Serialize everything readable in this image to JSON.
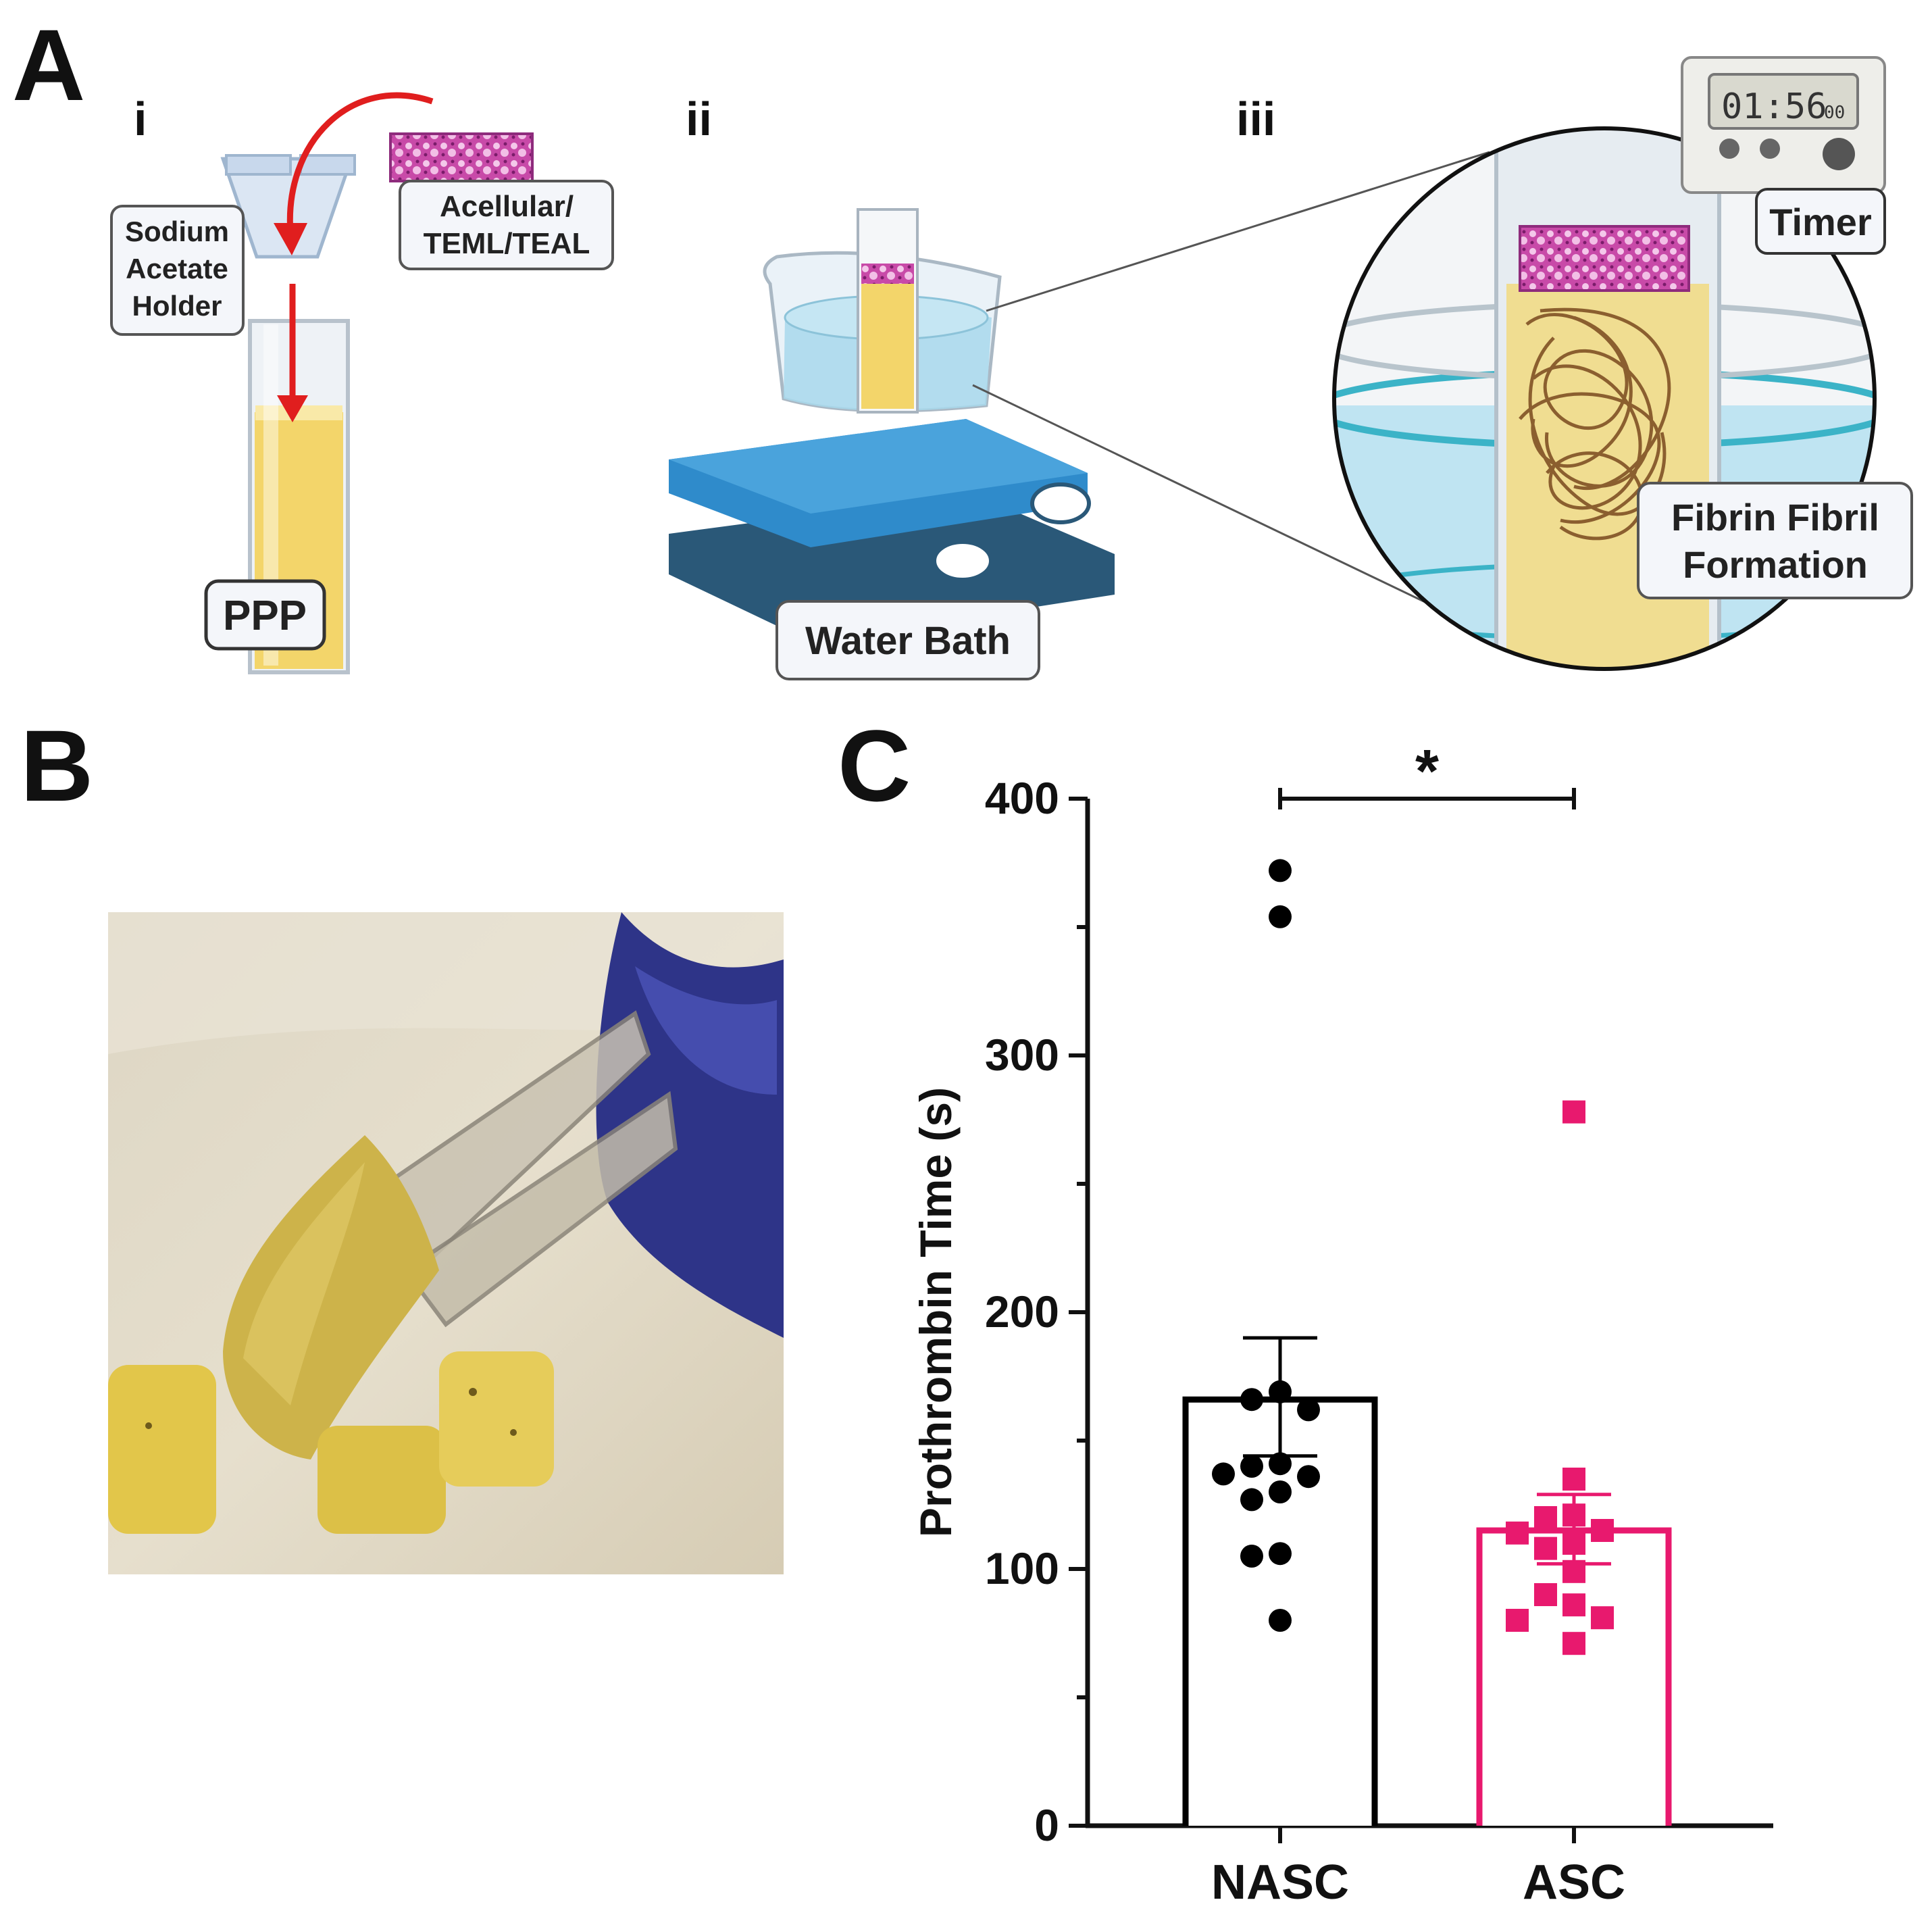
{
  "panels": {
    "A": {
      "label": "A",
      "sub_i": "i",
      "sub_ii": "ii",
      "sub_iii": "iii",
      "callout_holder": [
        "Sodium",
        "Acetate",
        "Holder"
      ],
      "callout_sample": [
        "Acellular/",
        "TEML/TEAL"
      ],
      "callout_ppp": "PPP",
      "callout_bath": "Water Bath",
      "callout_timer": "Timer",
      "timer_display": "01:56",
      "timer_display_small": "00",
      "callout_fibrin": [
        "Fibrin Fibril",
        "Formation"
      ]
    },
    "B": {
      "label": "B"
    },
    "C": {
      "label": "C"
    }
  },
  "colors": {
    "nasc": "#000000",
    "asc": "#e8196e",
    "plasma": "#f3d56a",
    "scaffold": "#b43aa0",
    "arrow": "#e01e1e",
    "bath_blue": "#2f7fc0",
    "bath_dark": "#2a5878"
  },
  "chart_data": {
    "type": "bar",
    "ylabel": "Prothrombin Time (s)",
    "xlabel": "",
    "ylim": [
      0,
      400
    ],
    "yticks": [
      0,
      100,
      200,
      300,
      400
    ],
    "categories": [
      "NASC",
      "ASC"
    ],
    "means": [
      166,
      115
    ],
    "error": [
      [
        144,
        190
      ],
      [
        102,
        129
      ]
    ],
    "significance": "*",
    "series": [
      {
        "category": "NASC",
        "marker": "circle",
        "points": [
          372,
          354,
          169,
          166,
          162,
          141,
          140,
          136,
          137,
          130,
          127,
          106,
          105,
          80
        ]
      },
      {
        "category": "ASC",
        "marker": "square",
        "points": [
          278,
          135,
          121,
          120,
          115,
          114,
          110,
          108,
          99,
          90,
          86,
          81,
          80,
          71
        ]
      }
    ]
  }
}
